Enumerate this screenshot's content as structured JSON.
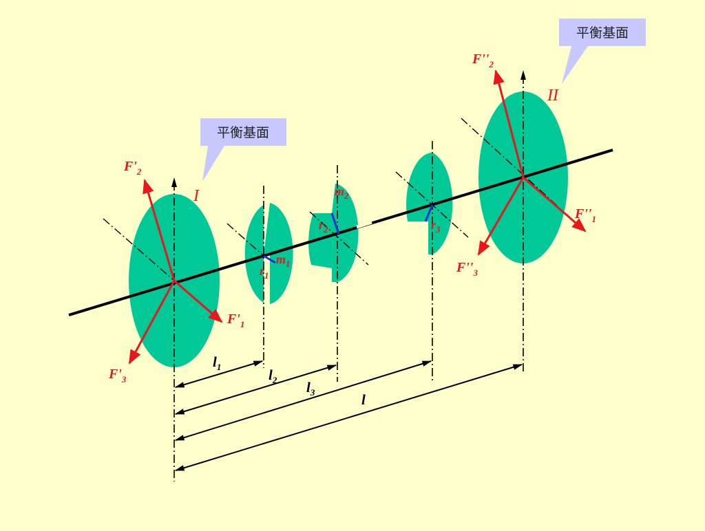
{
  "planes": {
    "plane1_label": "平衡基面",
    "plane2_label": "平衡基面",
    "plane1_roman": "I",
    "plane2_roman": "II"
  },
  "forces": {
    "f1p": {
      "main": "F'",
      "sub": "1"
    },
    "f2p": {
      "main": "F'",
      "sub": "2"
    },
    "f3p": {
      "main": "F'",
      "sub": "3"
    },
    "f1pp": {
      "main": "F''",
      "sub": "1"
    },
    "f2pp": {
      "main": "F''",
      "sub": "2"
    },
    "f3pp": {
      "main": "F''",
      "sub": "3"
    }
  },
  "radii": {
    "r1": {
      "main": "r",
      "sub": "1"
    },
    "r2": {
      "main": "r",
      "sub": "2"
    },
    "r3": {
      "main": "r",
      "sub": "3"
    },
    "m1": {
      "main": "m",
      "sub": "1"
    },
    "m2": {
      "main": "m",
      "sub": "2"
    }
  },
  "dimensions": {
    "l1": {
      "main": "l",
      "sub": "1"
    },
    "l2": {
      "main": "l",
      "sub": "2"
    },
    "l3": {
      "main": "l",
      "sub": "3"
    },
    "l": {
      "main": "l"
    }
  },
  "colors": {
    "background": "#ffffcc",
    "disk": "#00c896",
    "force": "#e8171c",
    "callout": "#c8c8ff",
    "radius": "#2233cc"
  }
}
